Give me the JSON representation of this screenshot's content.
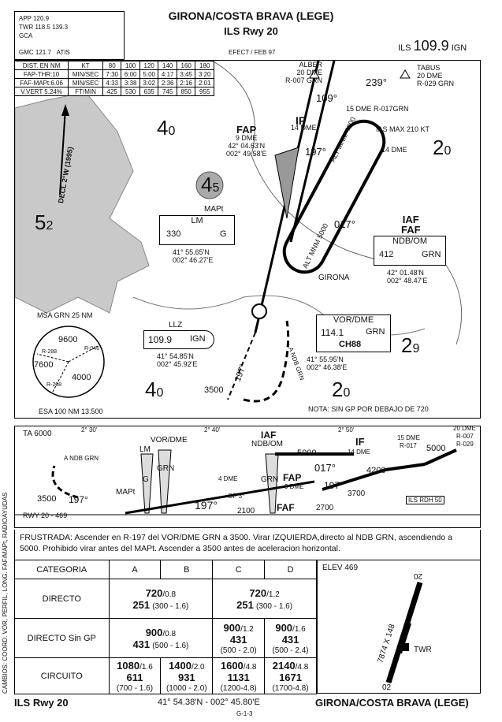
{
  "header": {
    "title": "GIRONA/COSTA BRAVA (LEGE)",
    "subtitle": "ILS Rwy 20",
    "efect": "EFECT / FEB 97"
  },
  "freqs": {
    "app": "APP   120.9",
    "twr": "TWR   118.5 139.3",
    "gca": "GCA",
    "gmc": "GMC  121.7",
    "atis": "ATIS"
  },
  "ils_ident": {
    "label": "ILS",
    "freq": "109.9",
    "ident": "IGN"
  },
  "perf_table": {
    "rows": [
      [
        "DIST. EN NM",
        "KT",
        "80",
        "100",
        "120",
        "140",
        "160",
        "180"
      ],
      [
        "FAP-THR:10",
        "MIN/SEC",
        "7:30",
        "6:00",
        "5:00",
        "4:17",
        "3:45",
        "3:20"
      ],
      [
        "FAF-MAPt:6.06",
        "MIN/SEC",
        "4:33",
        "3:38",
        "3:02",
        "2:36",
        "2:16",
        "2:01"
      ],
      [
        "V.VERT 5.24%",
        "FT/MIN",
        "425",
        "530",
        "635",
        "745",
        "850",
        "955"
      ]
    ]
  },
  "plan": {
    "mora": [
      {
        "main": "4",
        "sub": "0"
      },
      {
        "main": "4",
        "sub": "5"
      },
      {
        "main": "5",
        "sub": "2"
      },
      {
        "main": "2",
        "sub": "0"
      },
      {
        "main": "2",
        "sub": "9"
      },
      {
        "main": "4",
        "sub": "0"
      },
      {
        "main": "2",
        "sub": "0"
      }
    ],
    "decl": "DECL 2°W (1995)",
    "alber": {
      "name": "ALBER",
      "dme": "20 DME",
      "radial": "R-007 GRN"
    },
    "tabus": {
      "name": "TABUS",
      "dme": "20 DME",
      "radial": "R-029 GRN"
    },
    "if_label": "IF",
    "if_dme": "14 DME",
    "dme15": "15 DME  R-017GRN",
    "ias": "IAS MAX 210 KT",
    "dme14": "14 DME",
    "fap": {
      "name": "FAP",
      "dme": "9 DME",
      "lat": "42° 04.63'N",
      "lon": "002° 49.58'E"
    },
    "mapt": "MAPt",
    "lm": {
      "name": "LM",
      "freq": "330",
      "ident": "G",
      "lat": "41° 55.65'N",
      "lon": "002° 46.27'E"
    },
    "iaf": {
      "name1": "IAF",
      "name2": "FAF",
      "type": "NDB/OM",
      "freq": "412",
      "ident": "GRN",
      "lat": "42° 01.48'N",
      "lon": "002° 48.47'E"
    },
    "vor": {
      "name": "VOR/DME",
      "freq": "114.1",
      "ident": "GRN",
      "ch": "CH88",
      "lat": "41° 55.95'N",
      "lon": "002° 46.38'E"
    },
    "llz": {
      "name": "LLZ",
      "freq": "109.9",
      "ident": "IGN",
      "lat": "41° 54.85'N",
      "lon": "002° 45.92'E"
    },
    "msa": {
      "title": "MSA GRN 25 NM",
      "a": "9600",
      "b": "7600",
      "c": "4000",
      "r1": "R-046",
      "r2": "R-288",
      "r3": "R-208",
      "esa": "ESA 100 NM 13.500"
    },
    "girona": "GIRONA",
    "alt_5000": "ALT MNM 5000",
    "alt_4200": "ALT MNM 4200",
    "c197": "197°",
    "c017": "017°",
    "c239": "239°",
    "c109": "109°",
    "c1979": "197°",
    "alt3500": "3500",
    "ndb_grn": "A NDB GRN",
    "nota": "NOTA: SIN GP POR DEBAJO DE 720"
  },
  "profile": {
    "ta": "TA 6000",
    "long1": "2° 30'",
    "long2": "2° 40'",
    "long3": "2° 50'",
    "vor": "VOR/DME",
    "grn": "GRN",
    "lm": "LM",
    "g": "G",
    "iaf": "IAF",
    "ndbom": "NDB/OM",
    "a5000": "5000",
    "if": "IF",
    "dme14": "14 DME",
    "dme15": "15 DME",
    "r017": "R-017",
    "a5000b": "5000",
    "dme20": "20 DME",
    "r007": "R-007",
    "r029": "R-029",
    "c017": "017°",
    "a4200": "4200",
    "c197a": "197°",
    "a3700": "3700",
    "fap": "FAP",
    "fap_dme": "9 DME",
    "grn2": "GRN",
    "gp": "GP 3°",
    "dme4": "4 DME",
    "mapt": "MAPt",
    "c197b": "197°",
    "a2100": "2100",
    "a2700": "2700",
    "faf": "FAF",
    "ils_rdh": "ILS RDH 50",
    "rwy": "RWY 20 - 469",
    "missed": "3500",
    "missed_c": "197°",
    "ndb": "A NDB GRN"
  },
  "frustrada": "FRUSTRADA: Ascender en R-197 del VOR/DME GRN a 3500. Virar IZQUIERDA,directo al NDB GRN, ascendiendo a 5000. Prohibido virar antes del MAPt. Ascender a 3500 antes de aceleracion horizontal.",
  "minima": {
    "headers": [
      "CATEGORIA",
      "A",
      "B",
      "C",
      "D"
    ],
    "directo": {
      "label": "DIRECTO",
      "ab_big": "720",
      "ab_vis": "/0.8",
      "ab_sub": "251",
      "ab_paren": "(300 - 1.6)",
      "cd_big": "720",
      "cd_vis": "/1.2",
      "cd_sub": "251",
      "cd_paren": "(300 - 1.6)"
    },
    "sin_gp": {
      "label": "DIRECTO Sin GP",
      "ab_big": "900",
      "ab_vis": "/0.8",
      "ab_sub": "431",
      "ab_paren": "(500 - 1.6)",
      "c_big": "900",
      "c_vis": "/1.2",
      "c_sub": "431",
      "c_paren": "(500 - 2.0)",
      "d_big": "900",
      "d_vis": "/1.6",
      "d_sub": "431",
      "d_paren": "(500 - 2.4)"
    },
    "circuito": {
      "label": "CIRCUITO",
      "a": {
        "big": "1080",
        "vis": "/1.6",
        "sub": "611",
        "paren": "(700 - 1.6)"
      },
      "b": {
        "big": "1400",
        "vis": "/2.0",
        "sub": "931",
        "paren": "(1000 - 2.0)"
      },
      "c": {
        "big": "1600",
        "vis": "/4.8",
        "sub": "1131",
        "paren": "(1200-4.8)"
      },
      "d": {
        "big": "2140",
        "vis": "/4.8",
        "sub": "1671",
        "paren": "(1700-4.8)"
      }
    }
  },
  "aerodrome": {
    "elev": "ELEV 469",
    "rwy_len": "7874 X 148",
    "twr": "TWR",
    "thr_top": "20",
    "thr_bottom": "02"
  },
  "footer": {
    "left": "ILS  Rwy 20",
    "center": "41° 54.38'N - 002° 45.80'E",
    "right": "GIRONA/COSTA BRAVA (LEGE)",
    "page": "G-1-3"
  },
  "side_note": "CAMBIOS: COORD. VOR, PERFIL, LONG. FAF/MAPt, RADIOAYUDAS"
}
